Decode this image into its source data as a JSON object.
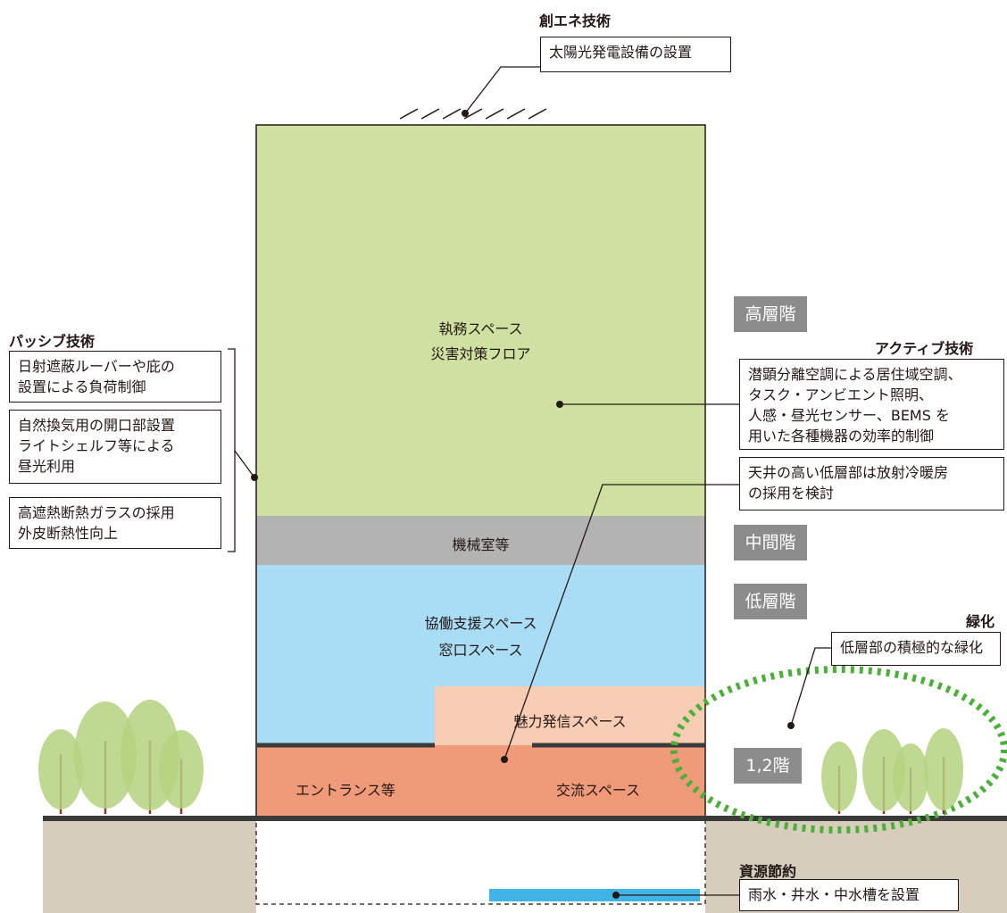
{
  "top": {
    "heading": "創エネ技術",
    "box": "太陽光発電設備の設置"
  },
  "building": {
    "upper_label_1": "執務スペース",
    "upper_label_2": "災害対策フロア",
    "machine_room": "機械室等",
    "lower_label_1": "協働支援スペース",
    "lower_label_2": "窓口スペース",
    "attraction": "魅力発信スペース",
    "entrance": "エントランス等",
    "exchange": "交流スペース"
  },
  "floor_tags": {
    "high": "高層階",
    "middle": "中間階",
    "low": "低層階",
    "first_second": "1,2階"
  },
  "passive": {
    "heading": "パッシブ技術",
    "items": [
      [
        "日射遮蔽ルーバーや庇の",
        "設置による負荷制御"
      ],
      [
        "自然換気用の開口部設置",
        "ライトシェルフ等による",
        "昼光利用"
      ],
      [
        "高遮熱断熱ガラスの採用",
        "外皮断熱性向上"
      ]
    ]
  },
  "active": {
    "heading": "アクティブ技術",
    "box1": [
      "潜顕分離空調による居住域空調、",
      "タスク・アンビエント照明、",
      "人感・昼光センサー、BEMS を",
      "用いた各種機器の効率的制御"
    ],
    "box2": [
      "天井の高い低層部は放射冷暖房",
      "の採用を検討"
    ]
  },
  "greening": {
    "heading": "緑化",
    "box": "低層部の積極的な緑化"
  },
  "resource": {
    "heading": "資源節約",
    "box": "雨水・井水・中水槽を設置"
  },
  "colors": {
    "upper_green": "#cfe0a0",
    "machine_gray": "#b3b3b3",
    "lower_blue": "#a9dcf5",
    "salmon_light": "#f8cdb4",
    "salmon_dark": "#ef9a78",
    "tag_gray": "#8c8c8c",
    "ground": "#d6cdbd",
    "tank_blue": "#3fb4e5",
    "green_dash": "#4caf3a"
  }
}
